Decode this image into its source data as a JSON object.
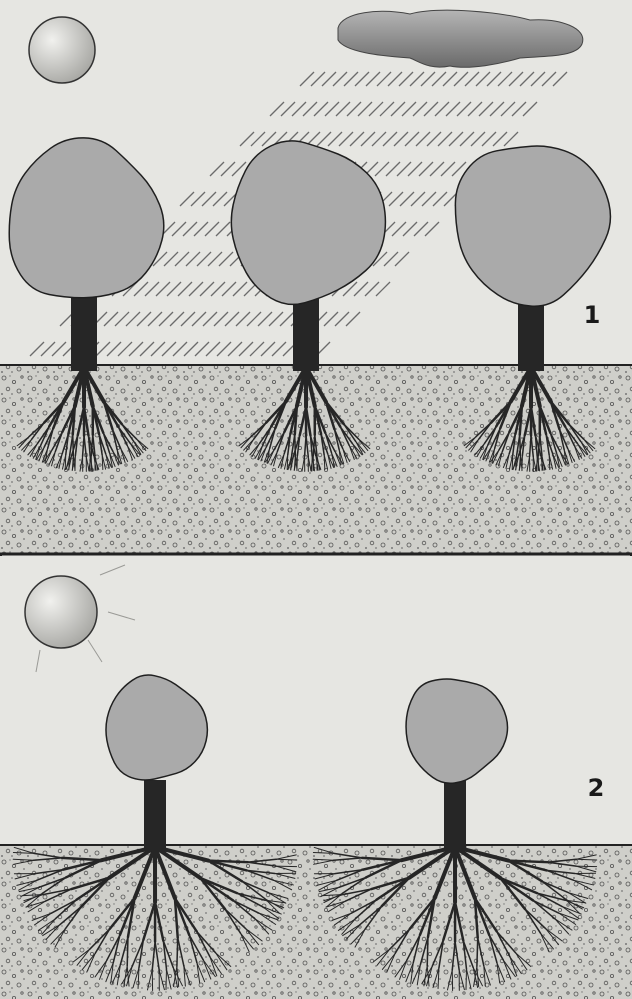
{
  "panels": [
    {
      "label": "1"
    },
    {
      "label": "2"
    }
  ],
  "colors": {
    "sky": "#e6e6e2",
    "soil": "#c9c9c4",
    "crown": "#aaaaaa",
    "trunk": "#262626",
    "outline": "#1f1f1f",
    "sun": "#c8c8c4",
    "cloud": "#7f7f7f",
    "rain": "#6b6b6b"
  },
  "icons": [
    "sun-icon",
    "cloud-icon",
    "rain-lines",
    "tree-icon",
    "root-system-icon",
    "soil-layer"
  ]
}
